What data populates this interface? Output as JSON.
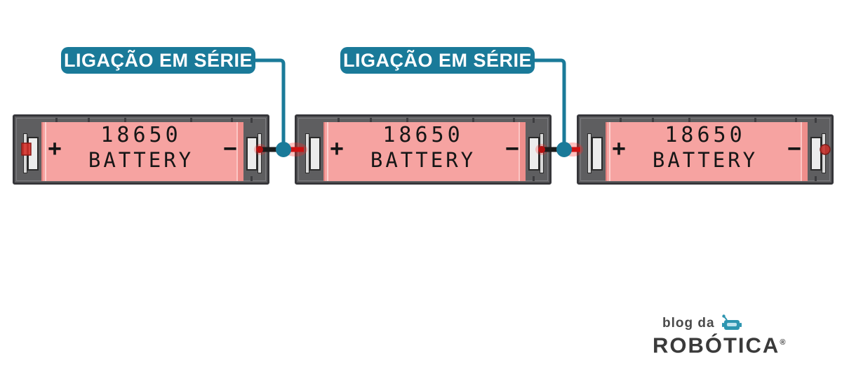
{
  "diagram": {
    "description_labels": [
      {
        "text": "LIGAÇÃO EM SÉRIE"
      },
      {
        "text": "LIGAÇÃO EM SÉRIE"
      }
    ]
  },
  "batteries": [
    {
      "model": "18650",
      "brand": "BATTERY",
      "plus": "+",
      "minus": "−"
    },
    {
      "model": "18650",
      "brand": "BATTERY",
      "plus": "+",
      "minus": "−"
    },
    {
      "model": "18650",
      "brand": "BATTERY",
      "plus": "+",
      "minus": "−"
    }
  ],
  "logo": {
    "top": "blog da",
    "name": "ROBÓTICA",
    "registered": "®"
  },
  "icons": {
    "junction": "junction-dot",
    "robot": "robot-head-icon"
  },
  "colors": {
    "accent_teal": "#1a7a99",
    "battery_pink": "#f6a3a1",
    "holder_gray": "#5e5e60",
    "holder_border": "#36363a",
    "wire_black": "#1c1c1c",
    "wire_red": "#cc1111",
    "logo_gray": "#3a3a3a",
    "robot_teal": "#2d95b0"
  }
}
